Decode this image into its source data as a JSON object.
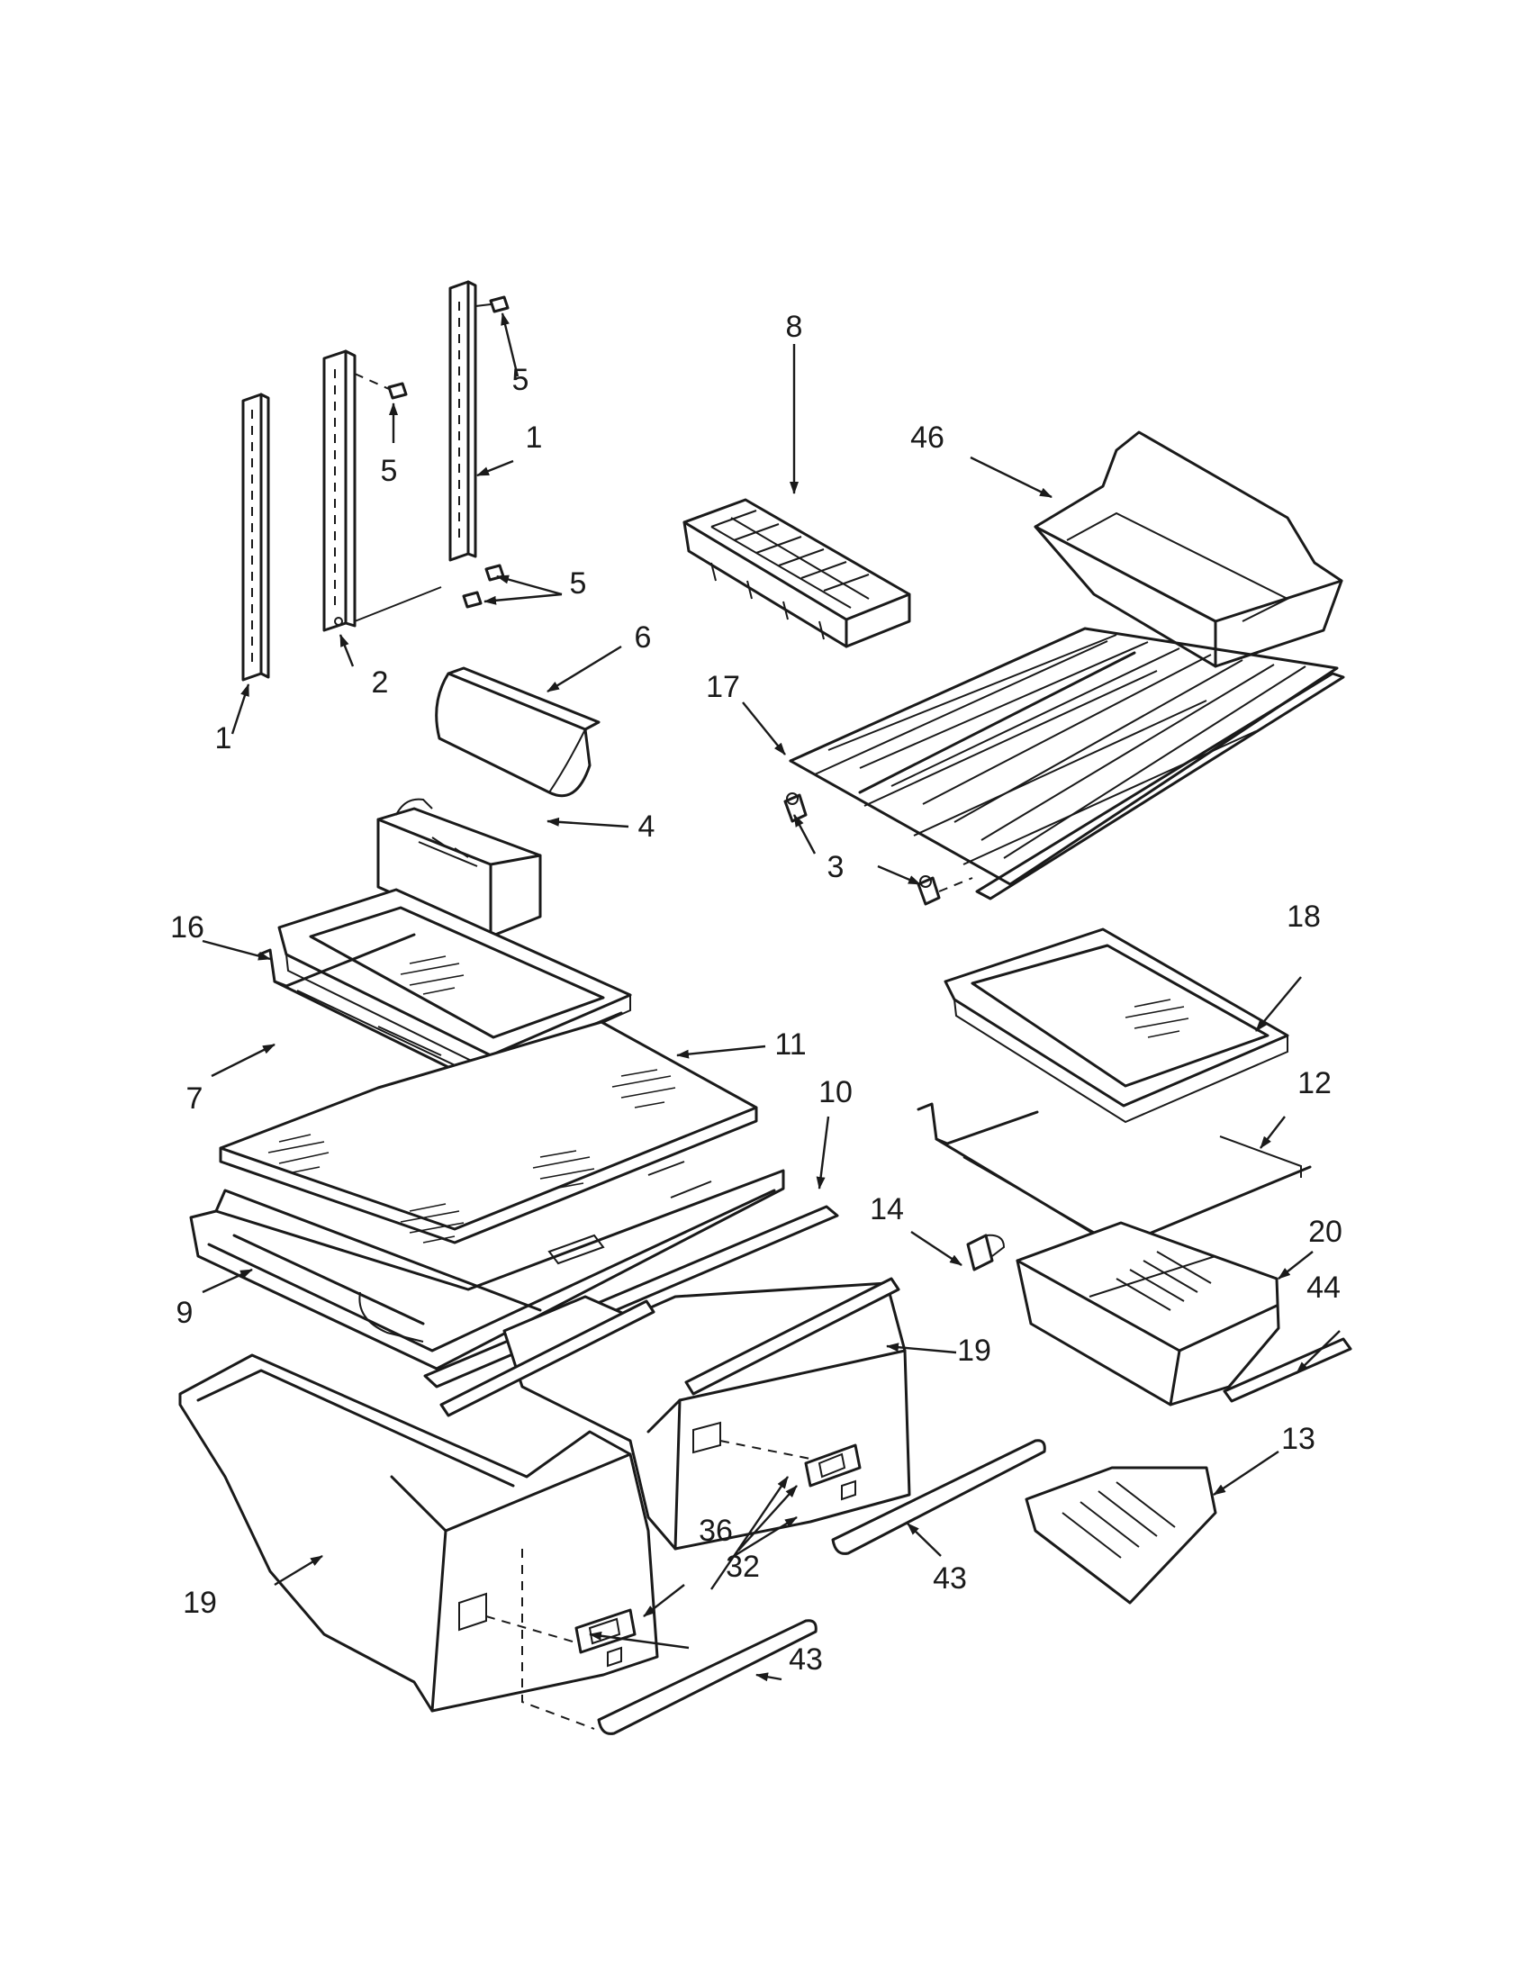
{
  "callouts": [
    {
      "id": "c1a",
      "text": "1"
    },
    {
      "id": "c1b",
      "text": "1"
    },
    {
      "id": "c2",
      "text": "2"
    },
    {
      "id": "c3",
      "text": "3"
    },
    {
      "id": "c4",
      "text": "4"
    },
    {
      "id": "c5a",
      "text": "5"
    },
    {
      "id": "c5b",
      "text": "5"
    },
    {
      "id": "c5c",
      "text": "5"
    },
    {
      "id": "c6",
      "text": "6"
    },
    {
      "id": "c7",
      "text": "7"
    },
    {
      "id": "c8",
      "text": "8"
    },
    {
      "id": "c9",
      "text": "9"
    },
    {
      "id": "c10",
      "text": "10"
    },
    {
      "id": "c11",
      "text": "11"
    },
    {
      "id": "c12",
      "text": "12"
    },
    {
      "id": "c13",
      "text": "13"
    },
    {
      "id": "c14",
      "text": "14"
    },
    {
      "id": "c16",
      "text": "16"
    },
    {
      "id": "c17",
      "text": "17"
    },
    {
      "id": "c18",
      "text": "18"
    },
    {
      "id": "c19a",
      "text": "19"
    },
    {
      "id": "c19b",
      "text": "19"
    },
    {
      "id": "c20",
      "text": "20"
    },
    {
      "id": "c32",
      "text": "32"
    },
    {
      "id": "c36",
      "text": "36"
    },
    {
      "id": "c43a",
      "text": "43"
    },
    {
      "id": "c43b",
      "text": "43"
    },
    {
      "id": "c44",
      "text": "44"
    },
    {
      "id": "c46",
      "text": "46"
    }
  ]
}
